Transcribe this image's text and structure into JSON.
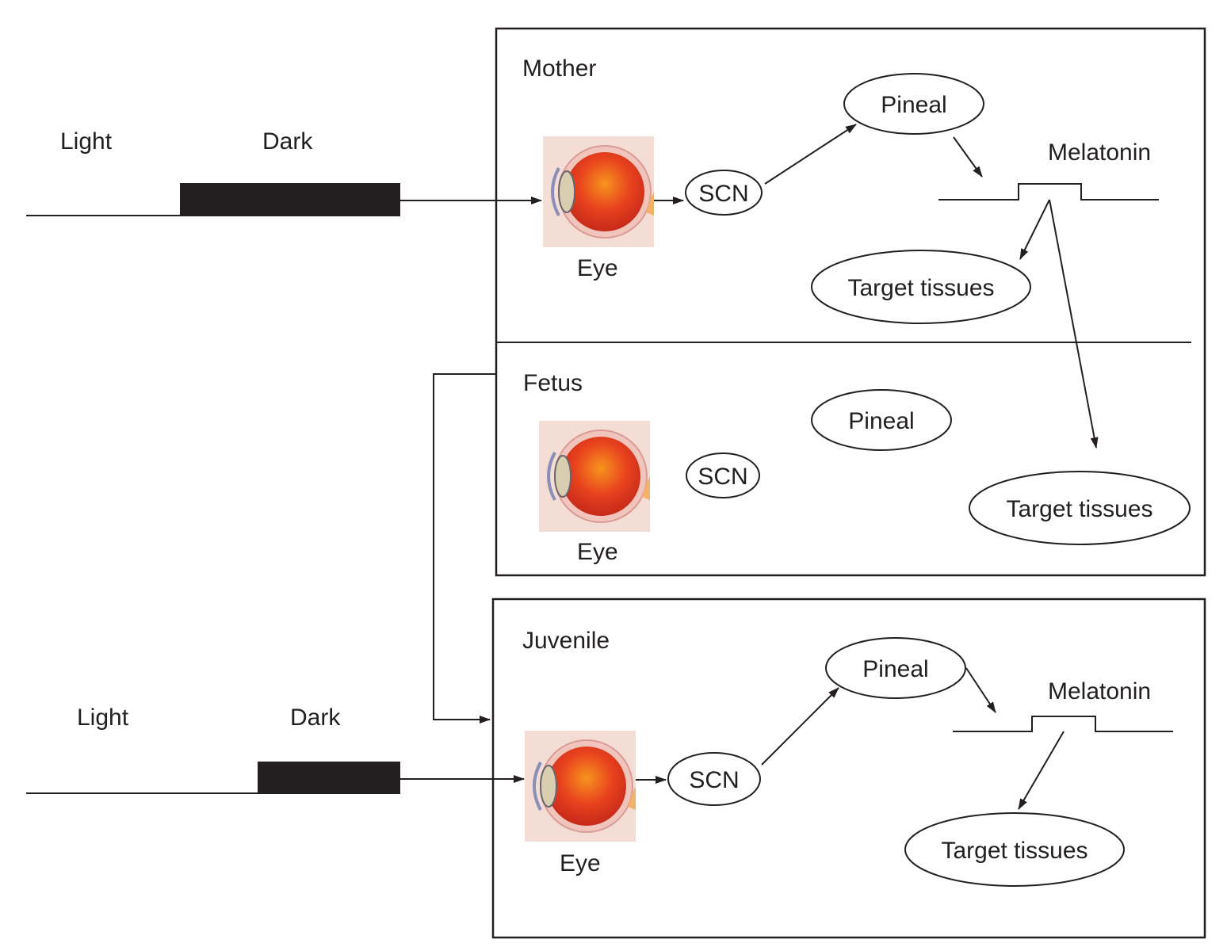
{
  "colors": {
    "ink": "#231f20",
    "background": "#ffffff",
    "eye_bg": "#f3ddd4",
    "eye_globe": "#e8421e",
    "eye_globe_highlight": "#f7941d",
    "eye_lens": "#d9cfb0",
    "eye_cornea": "#8a8fb8"
  },
  "top_cycle": {
    "light_label": "Light",
    "dark_label": "Dark"
  },
  "bottom_cycle": {
    "light_label": "Light",
    "dark_label": "Dark"
  },
  "mother": {
    "title": "Mother",
    "eye_label": "Eye",
    "scn_label": "SCN",
    "pineal_label": "Pineal",
    "melatonin_label": "Melatonin",
    "target_label": "Target tissues"
  },
  "fetus": {
    "title": "Fetus",
    "eye_label": "Eye",
    "scn_label": "SCN",
    "pineal_label": "Pineal",
    "target_label": "Target tissues"
  },
  "juvenile": {
    "title": "Juvenile",
    "eye_label": "Eye",
    "scn_label": "SCN",
    "pineal_label": "Pineal",
    "melatonin_label": "Melatonin",
    "target_label": "Target tissues"
  }
}
